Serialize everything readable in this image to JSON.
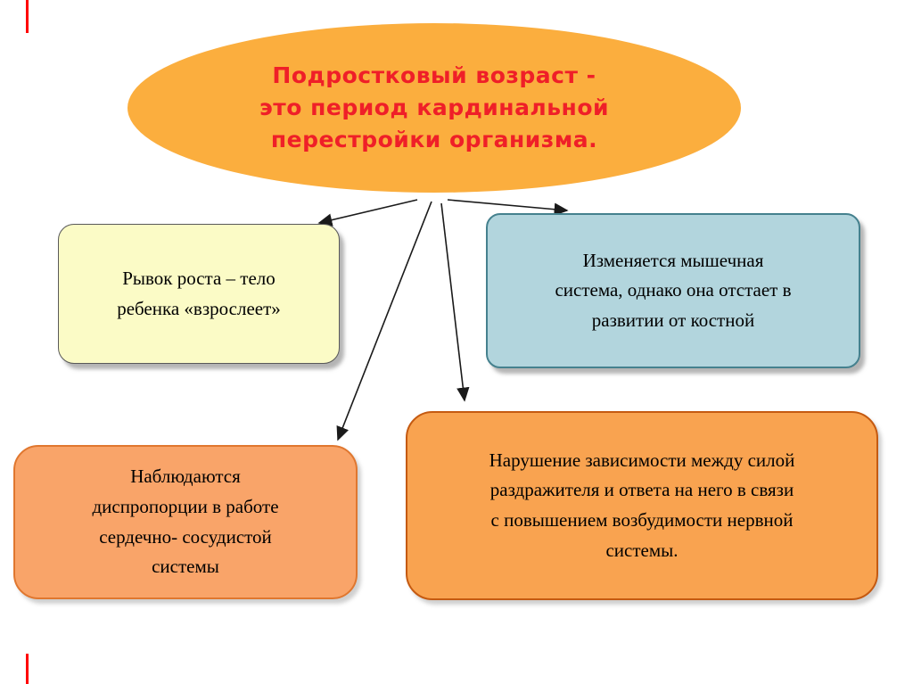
{
  "slide": {
    "background": "#ffffff",
    "accent_color": "#ff0000",
    "title_bubble": {
      "text": "Подростковый возраст -\nэто период кардинальной\nперестройки организма.",
      "fill": "#FBAE3E",
      "text_color": "#EF1F28"
    },
    "boxes": [
      {
        "name": "growth-spurt",
        "text": "Рывок роста – тело\nребенка «взрослеет»",
        "fill": "#FBFBC6",
        "border_color": "#595959",
        "text_color": "#000000"
      },
      {
        "name": "muscular-system",
        "text": "Изменяется мышечная\nсистема, однако она отстает в\nразвитии от костной",
        "fill": "#B2D5DD",
        "border_color": "#45818E",
        "text_color": "#000000"
      },
      {
        "name": "cardiovascular-system",
        "text": "Наблюдаются\nдиспропорции в работе\nсердечно- сосудистой\nсистемы",
        "fill": "#F9A469",
        "border_color": "#E0772F",
        "text_color": "#000000"
      },
      {
        "name": "nervous-system",
        "text": "Нарушение зависимости между силой\nраздражителя и ответа на него в связи\nс повышением возбудимости нервной\nсистемы.",
        "fill": "#F9A350",
        "border_color": "#C55A11",
        "text_color": "#000000"
      }
    ]
  }
}
